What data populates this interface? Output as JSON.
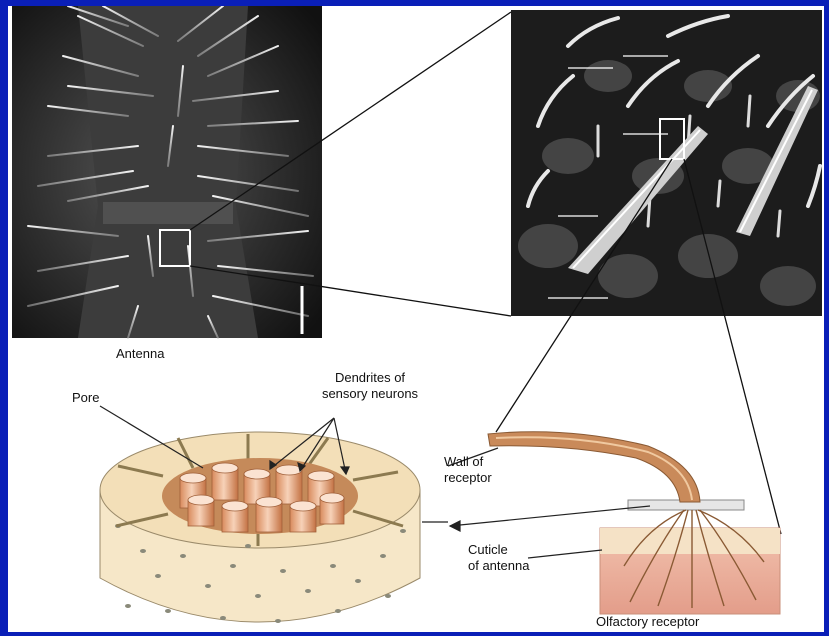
{
  "colors": {
    "frame": "#0a1fb8",
    "panel": "#ffffff",
    "sem_bg": "#1a1a1a",
    "cuticle": "#f3dfb8",
    "dendrite": "#e2a078",
    "receptor": "#c98a5a",
    "skin": "#efb9a5"
  },
  "labels": {
    "antenna": "Antenna",
    "pore": "Pore",
    "dendrites_line1": "Dendrites of",
    "dendrites_line2": "sensory neurons",
    "wall_line1": "Wall of",
    "wall_line2": "receptor",
    "cuticle_line1": "Cuticle",
    "cuticle_line2": "of antenna",
    "olfactory_receptor": "Olfactory receptor"
  }
}
